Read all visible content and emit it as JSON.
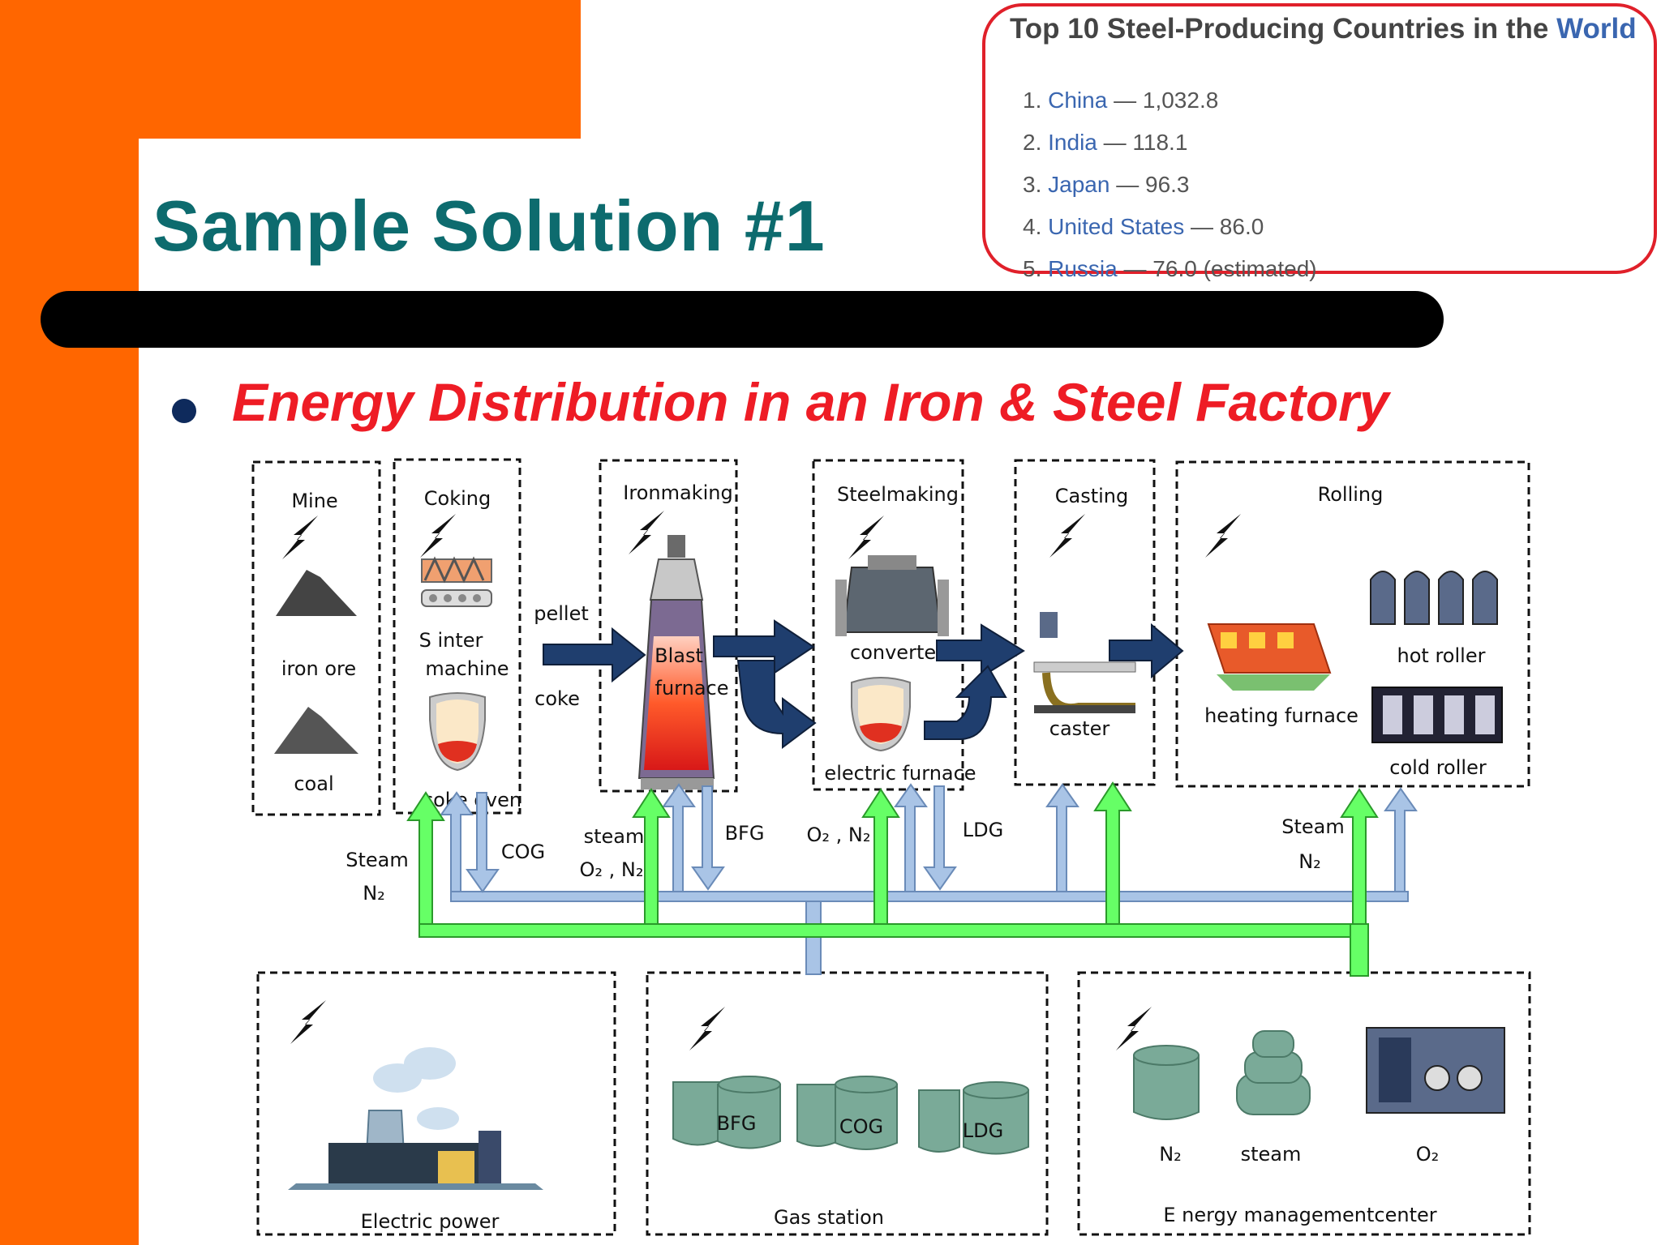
{
  "slide": {
    "title": "Sample Solution #1",
    "subtitle": "Energy Distribution in an Iron & Steel Factory"
  },
  "top10": {
    "title_prefix": "Top 10 Steel-Producing Countries in the ",
    "title_highlight": "World",
    "items": [
      {
        "rank": "1.",
        "country": "China",
        "value": "— 1,032.8"
      },
      {
        "rank": "2.",
        "country": "India",
        "value": "— 118.1"
      },
      {
        "rank": "3.",
        "country": "Japan",
        "value": "— 96.3"
      },
      {
        "rank": "4.",
        "country": "United States",
        "value": "— 86.0"
      },
      {
        "rank": "5.",
        "country": "Russia",
        "value": "— 76.0 (estimated)"
      }
    ]
  },
  "diagram": {
    "stages": {
      "mine": "Mine",
      "coking": "Coking",
      "ironmaking": "Ironmaking",
      "steelmaking": "Steelmaking",
      "casting": "Casting",
      "rolling": "Rolling"
    },
    "labels": {
      "iron_ore": "iron ore",
      "coal": "coal",
      "sinter_1": "S inter",
      "sinter_2": "machine",
      "coke_oven": "coke oven",
      "pellet": "pellet",
      "coke": "coke",
      "blast_1": "Blast",
      "blast_2": "furnace",
      "converter": "converter",
      "electric_furnace": "electric furnace",
      "caster": "caster",
      "heating_furnace": "heating furnace",
      "hot_roller": "hot roller",
      "cold_roller": "cold roller"
    },
    "flows": {
      "steam_left": "Steam",
      "n2_left": "N₂",
      "cog": "COG",
      "steam_iron": "steam",
      "o2n2_iron": "O₂ , N₂",
      "bfg": "BFG",
      "o2n2_steel": "O₂ , N₂",
      "ldg": "LDG",
      "steam_right": "Steam",
      "n2_right": "N₂"
    },
    "bottom": {
      "electric_power": "Electric power",
      "gas_station": "Gas station",
      "tank_bfg": "BFG",
      "tank_cog": "COG",
      "tank_ldg": "LDG",
      "energy_center": "E nergy  managementcenter",
      "n2": "N₂",
      "steam": "steam",
      "o2": "O₂"
    }
  },
  "colors": {
    "orange": "#ff6600",
    "title_teal": "#0d6b6e",
    "subtitle_red": "#ee1c25",
    "pipe_blue": "#a9c4e6",
    "pipe_green": "#66ff66",
    "arrow_navy": "#1f3e6e"
  }
}
